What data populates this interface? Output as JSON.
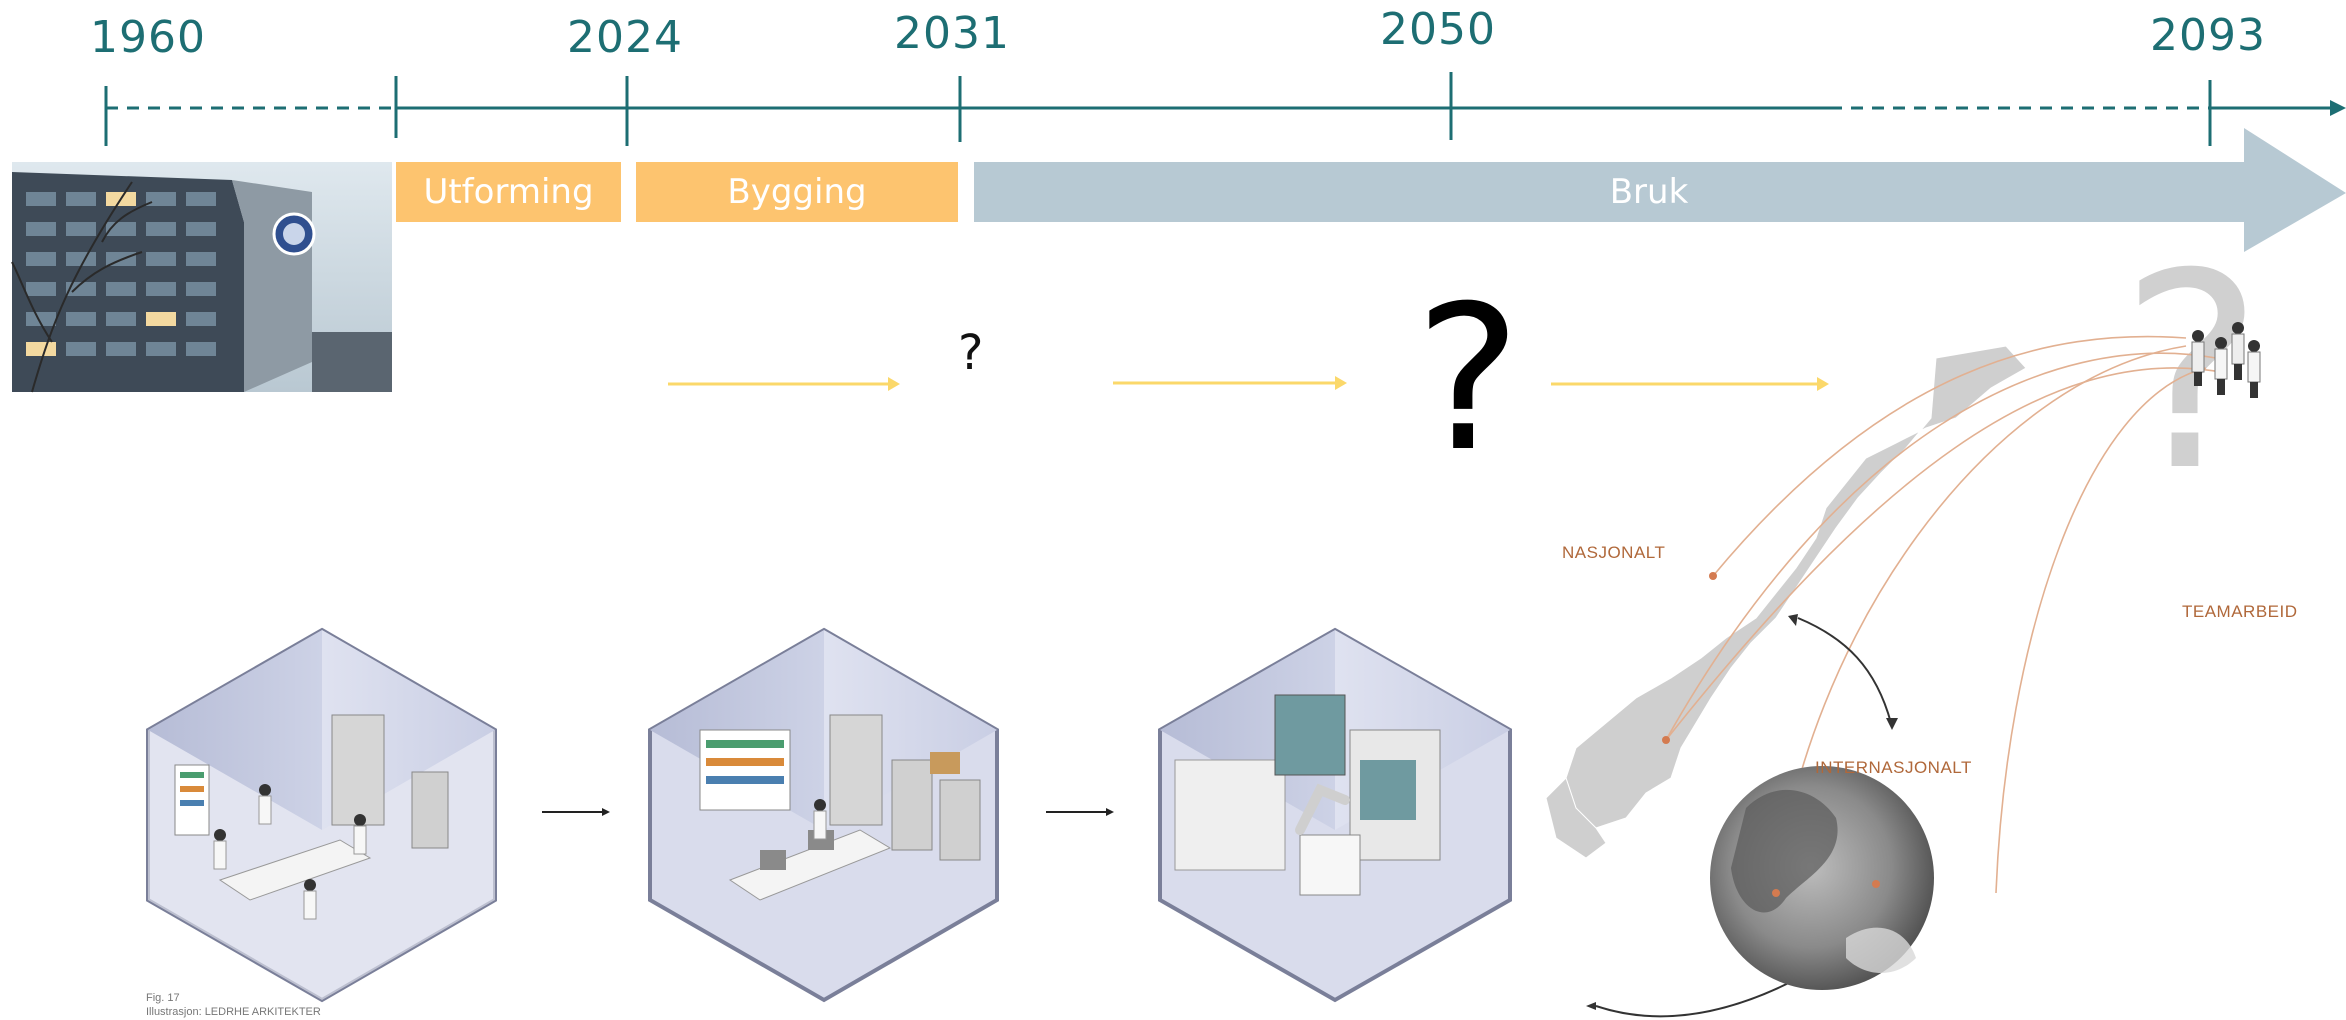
{
  "timeline": {
    "years": [
      "1960",
      "2024",
      "2031",
      "2050",
      "2093"
    ],
    "colors": {
      "axis": "#1d6e73",
      "phase_orange": "#fdc46f",
      "phase_blue": "#b7c9d3",
      "arrow_yellow": "#fbd86a"
    }
  },
  "phases": {
    "design": "Utforming",
    "build": "Bygging",
    "use": "Bruk"
  },
  "questions": {
    "small": "?",
    "large": "?",
    "faded": "?"
  },
  "map": {
    "national": "NASJONALT",
    "international": "INTERNASJONALT",
    "teamwork": "TEAMARBEID"
  },
  "figure": {
    "number": "Fig. 17",
    "credit": "Illustrasjon: LEDRHE ARKITEKTER"
  }
}
